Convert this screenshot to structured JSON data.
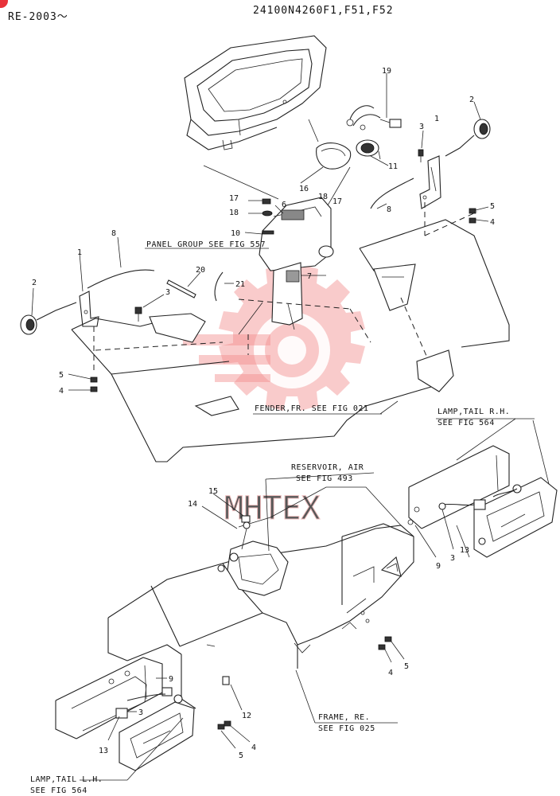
{
  "header": {
    "left": "RE-2003〜",
    "right": "24100N4260F1,F51,F52"
  },
  "watermark": {
    "text": "MHTEX",
    "color": "#f28b8b"
  },
  "reference_labels": {
    "panel_group": "PANEL GROUP  SEE FIG 557",
    "fender_fr": "FENDER,FR.  SEE FIG 021",
    "lamp_tail_rh_1": "LAMP,TAIL R.H.",
    "lamp_tail_rh_2": "SEE FIG 564",
    "reservoir_air_1": "RESERVOIR, AIR",
    "reservoir_air_2": "SEE FIG 493",
    "frame_re_1": "FRAME, RE.",
    "frame_re_2": "SEE FIG 025",
    "lamp_tail_lh_1": "LAMP,TAIL L.H.",
    "lamp_tail_lh_2": "SEE FIG 564"
  },
  "callouts": {
    "c19": "19",
    "c2a": "2",
    "c3a": "3",
    "c1a": "1",
    "c11": "11",
    "c16": "16",
    "c18a": "18",
    "c17a": "17",
    "c17b": "17",
    "c18b": "18",
    "c6": "6",
    "c10": "10",
    "c8a": "8",
    "c5a": "5",
    "c4a": "4",
    "c8b": "8",
    "c1b": "1",
    "c20": "20",
    "c21": "21",
    "c7": "7",
    "c2b": "2",
    "c3b": "3",
    "c5b": "5",
    "c4b": "4",
    "c15": "15",
    "c14": "14",
    "c9a": "9",
    "c3c": "3",
    "c13a": "13",
    "c5c": "5",
    "c4c": "4",
    "c9b": "9",
    "c3d": "3",
    "c13b": "13",
    "c12": "12",
    "c4d": "4",
    "c5d": "5"
  }
}
